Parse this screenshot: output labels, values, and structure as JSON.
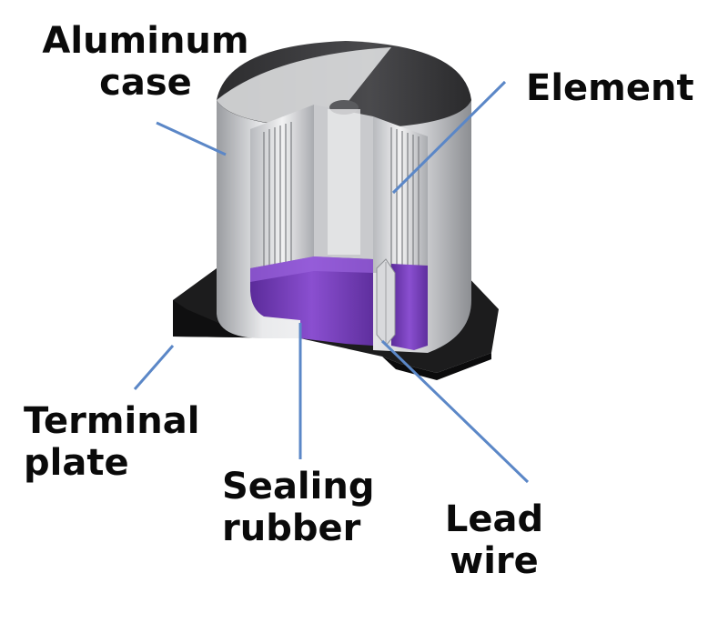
{
  "labels": {
    "aluminum_case": [
      "Aluminum",
      "case"
    ],
    "element": [
      "Element"
    ],
    "terminal_plate": [
      "Terminal",
      "plate"
    ],
    "sealing_rubber": [
      "Sealing",
      "rubber"
    ],
    "lead_wire": [
      "Lead",
      "wire"
    ]
  },
  "colors": {
    "arrow": "#5b87c7",
    "sealing_rubber": "#7a3fc2",
    "case_silver": "#d9dadd",
    "case_top_dark": "#3a3a3c",
    "terminal_plate": "#1a1a1a"
  }
}
